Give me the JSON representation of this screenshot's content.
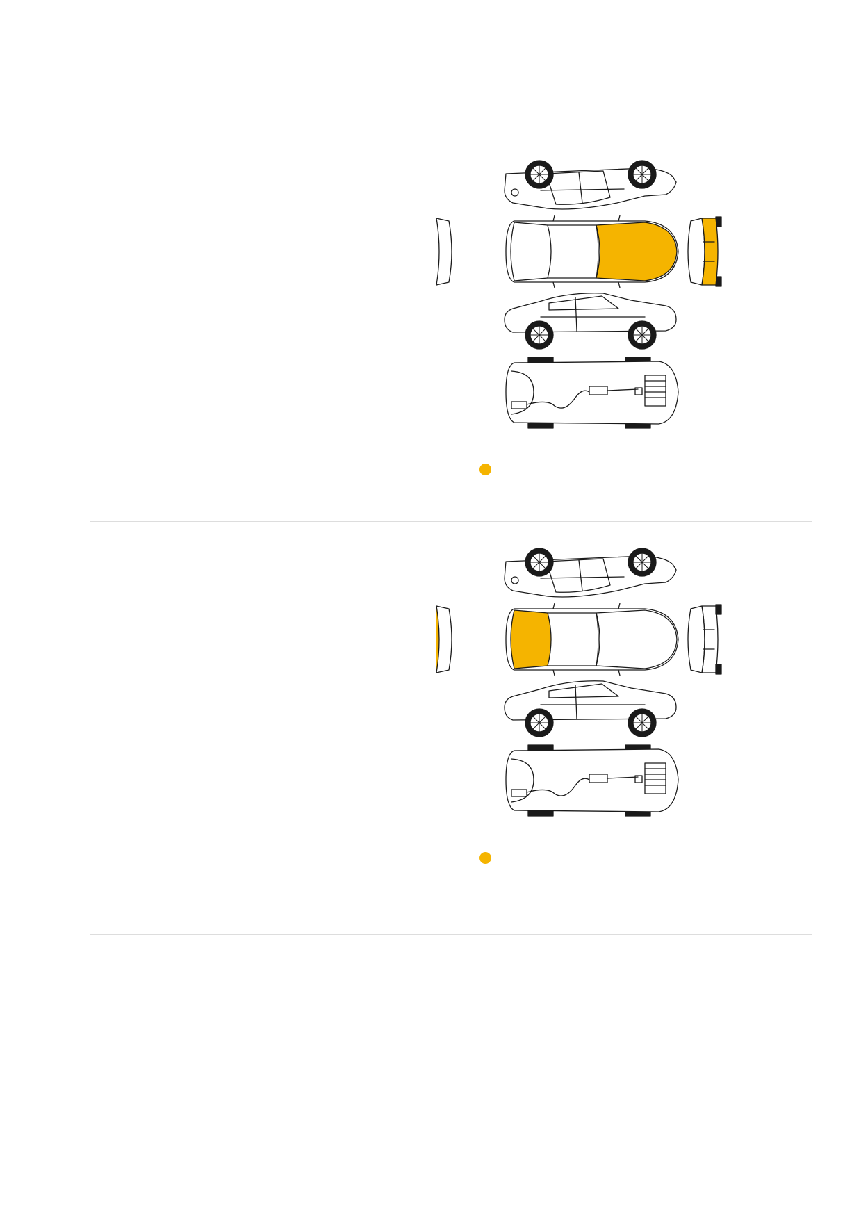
{
  "colors": {
    "damage": "#F5B400",
    "outline": "#1a1a1a",
    "divider": "#dddddd",
    "body_fill": "#ffffff"
  },
  "diagrams": [
    {
      "highlighted_parts": [
        "hood",
        "front-bumper"
      ],
      "legend": {
        "marker_color": "#F5B400"
      }
    },
    {
      "highlighted_parts": [
        "trunk",
        "rear-bumper"
      ],
      "legend": {
        "marker_color": "#F5B400"
      }
    }
  ]
}
